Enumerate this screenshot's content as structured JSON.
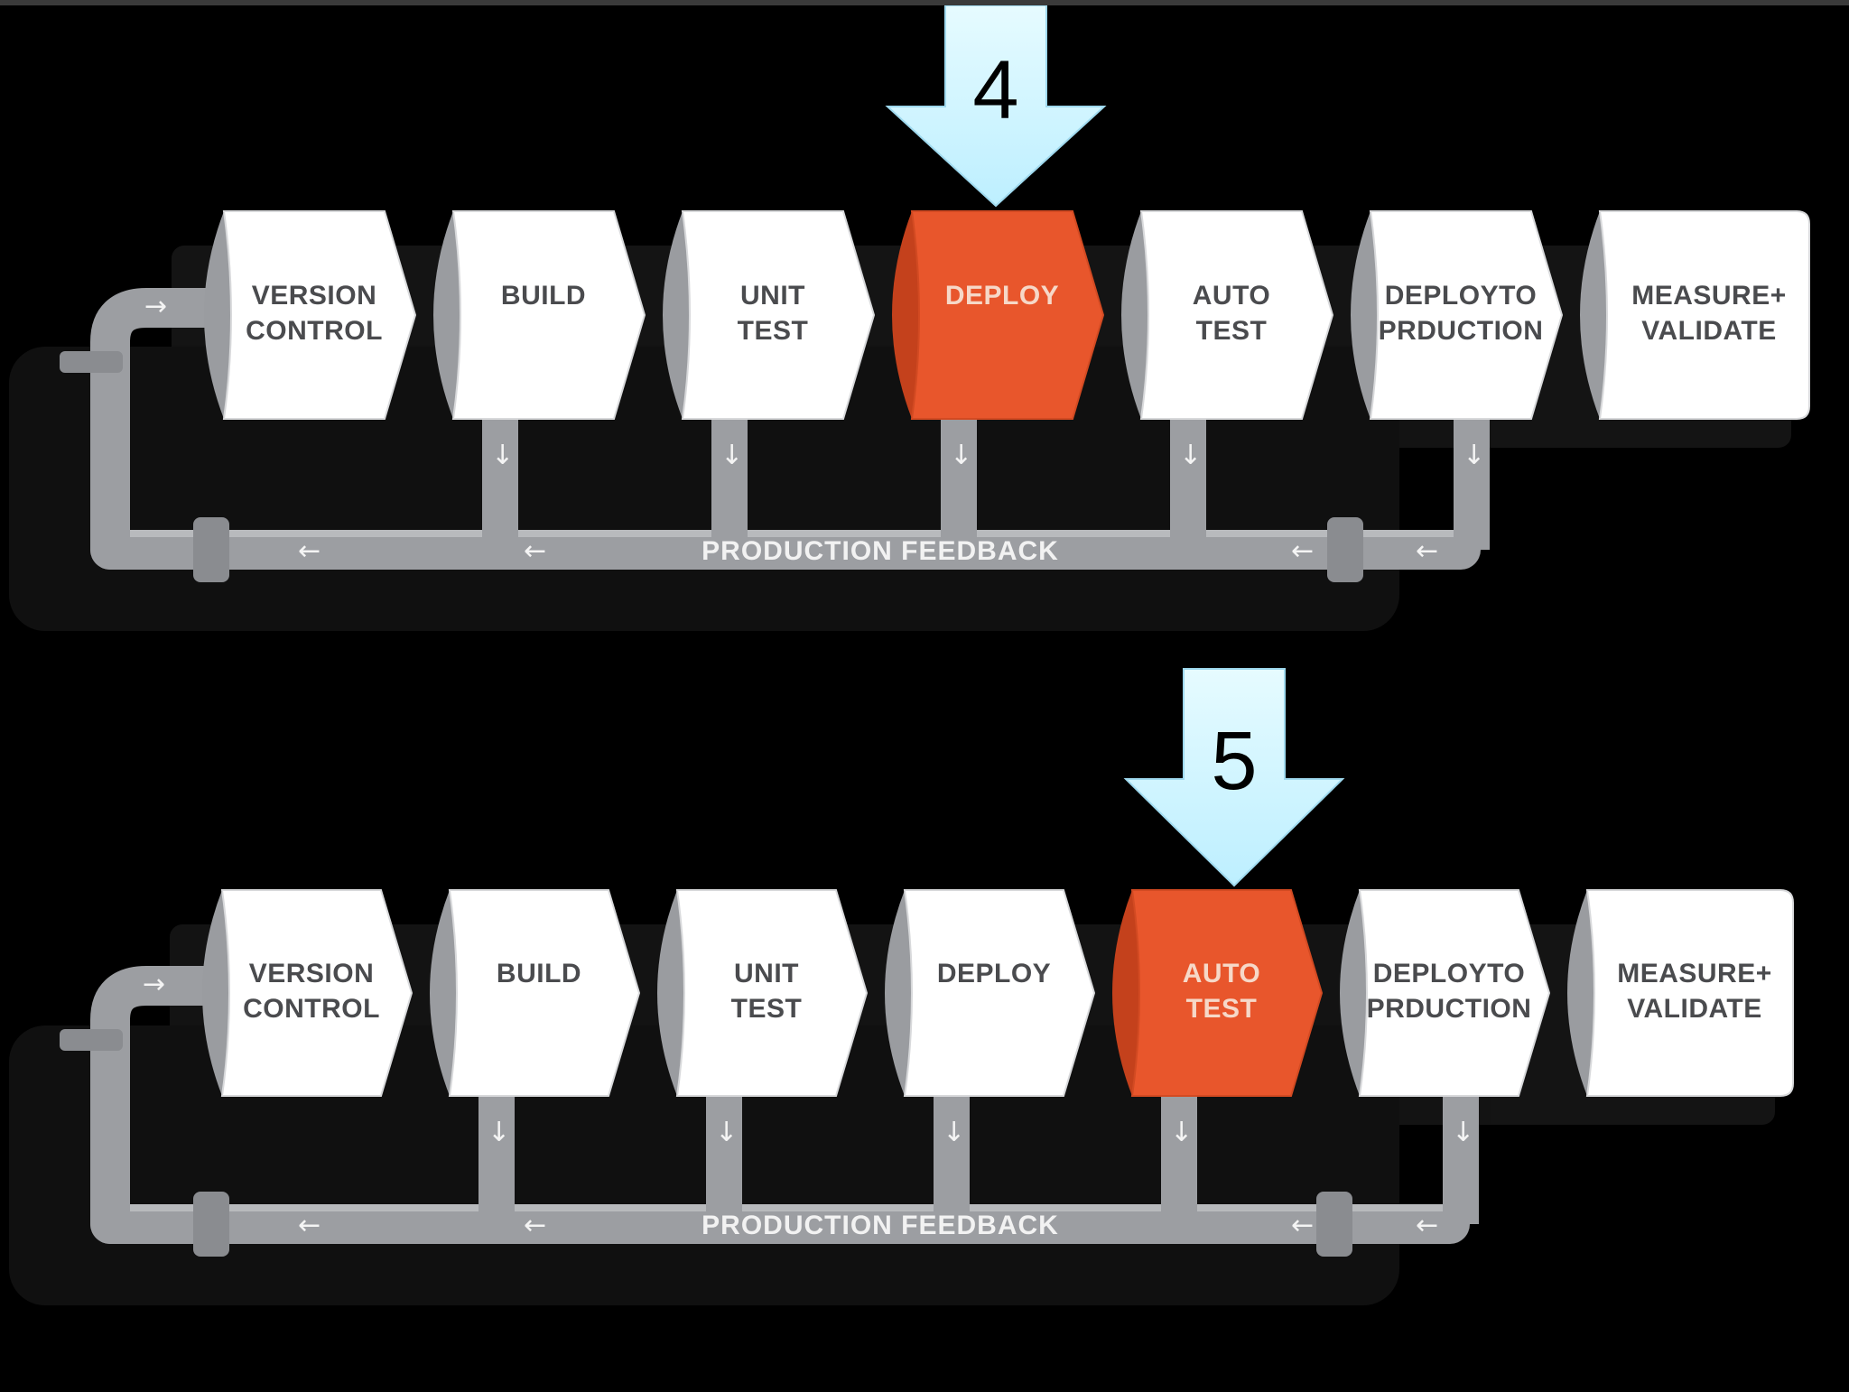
{
  "colors": {
    "background": "#000000",
    "stage_fill": "#ffffff",
    "stage_side": "#9a9ca0",
    "stage_text": "#4a4b4e",
    "highlight_fill": "#e8562c",
    "highlight_side": "#c4411c",
    "highlight_text": "#f6d8c8",
    "pipe": "#9c9ea2",
    "pointer_arrow": "#bdefff"
  },
  "pipelines": [
    {
      "step_number": "4",
      "highlighted_stage": 3,
      "feedback_label": "PRODUCTION FEEDBACK",
      "stages": [
        {
          "line1": "VERSION",
          "line2": "CONTROL"
        },
        {
          "line1": "BUILD",
          "line2": ""
        },
        {
          "line1": "UNIT",
          "line2": "TEST"
        },
        {
          "line1": "DEPLOY",
          "line2": ""
        },
        {
          "line1": "AUTO",
          "line2": "TEST"
        },
        {
          "line1": "DEPLOYTO",
          "line2": "PRDUCTION"
        },
        {
          "line1": "MEASURE+",
          "line2": "VALIDATE"
        }
      ]
    },
    {
      "step_number": "5",
      "highlighted_stage": 4,
      "feedback_label": "PRODUCTION FEEDBACK",
      "stages": [
        {
          "line1": "VERSION",
          "line2": "CONTROL"
        },
        {
          "line1": "BUILD",
          "line2": ""
        },
        {
          "line1": "UNIT",
          "line2": "TEST"
        },
        {
          "line1": "DEPLOY",
          "line2": ""
        },
        {
          "line1": "AUTO",
          "line2": "TEST"
        },
        {
          "line1": "DEPLOYTO",
          "line2": "PRDUCTION"
        },
        {
          "line1": "MEASURE+",
          "line2": "VALIDATE"
        }
      ]
    }
  ]
}
